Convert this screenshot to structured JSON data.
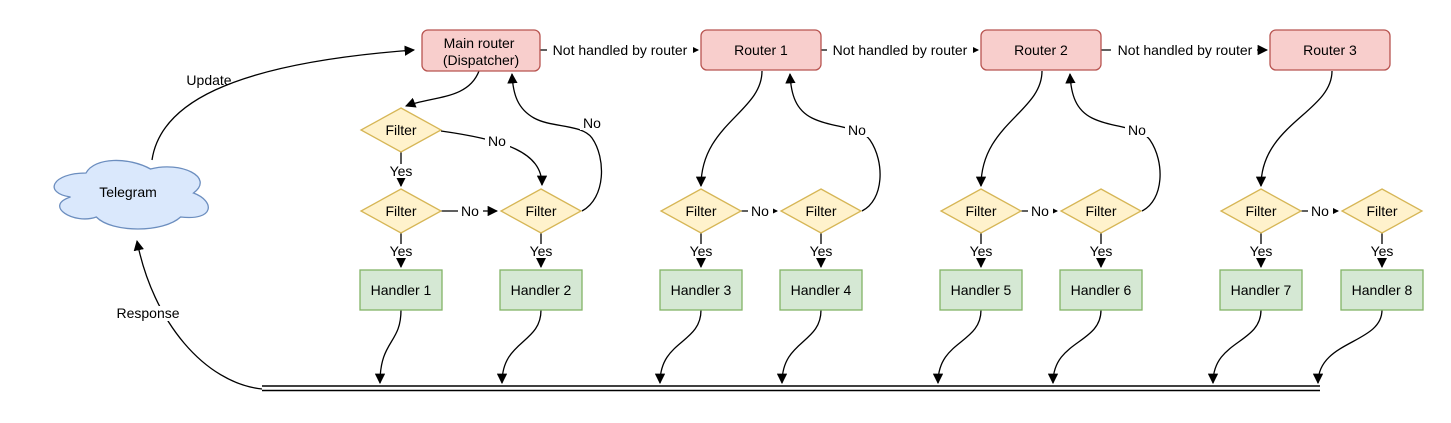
{
  "nodes": {
    "telegram": "Telegram",
    "main_router": {
      "line1": "Main router",
      "line2": "(Dispatcher)"
    },
    "routers": [
      "Router 1",
      "Router 2",
      "Router 3"
    ],
    "filters": [
      "Filter",
      "Filter",
      "Filter",
      "Filter",
      "Filter",
      "Filter",
      "Filter",
      "Filter",
      "Filter"
    ],
    "handlers": [
      "Handler 1",
      "Handler 2",
      "Handler 3",
      "Handler 4",
      "Handler 5",
      "Handler 6",
      "Handler 7",
      "Handler 8"
    ]
  },
  "edge_labels": {
    "update": "Update",
    "response": "Response",
    "not_handled": [
      "Not handled by router",
      "Not handled by router",
      "Not handled by router"
    ],
    "yes": [
      "Yes",
      "Yes",
      "Yes",
      "Yes",
      "Yes",
      "Yes",
      "Yes",
      "Yes",
      "Yes"
    ],
    "no": [
      "No",
      "No",
      "No",
      "No",
      "No",
      "No",
      "No",
      "No"
    ]
  },
  "colors": {
    "router_fill": "#f8cecc",
    "router_stroke": "#b85450",
    "filter_fill": "#fff2cc",
    "filter_stroke": "#d6b656",
    "handler_fill": "#d5e8d4",
    "handler_stroke": "#82b366",
    "cloud_fill": "#dae8fc",
    "cloud_stroke": "#6c8ebf",
    "line": "#000000",
    "background": "#ffffff"
  }
}
